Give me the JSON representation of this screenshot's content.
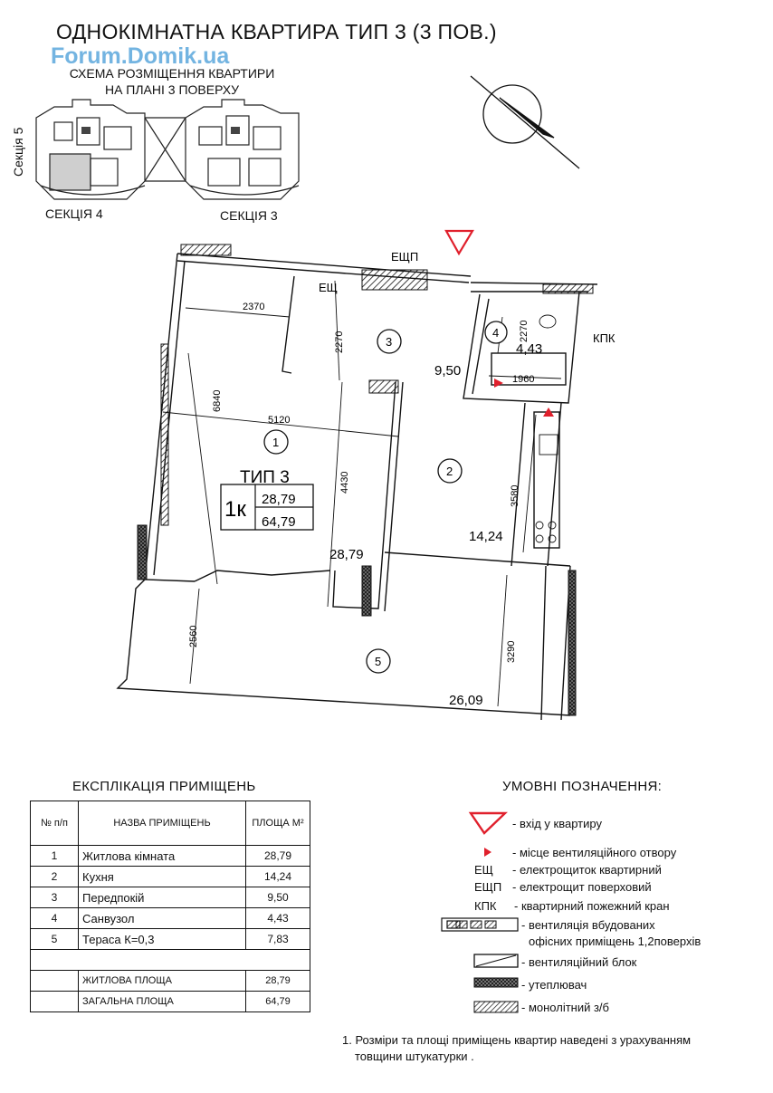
{
  "header": {
    "title": "ОДНОКІМНАТНА КВАРТИРА ТИП 3  (3 ПОВ.)",
    "watermark": "Forum.Domik.ua",
    "scheme_line1": "СХЕМА РОЗМІЩЕННЯ КВАРТИРИ",
    "scheme_line2": "НА ПЛАНІ 3 ПОВЕРХУ",
    "section5": "Секція 5",
    "section4": "СЕКЦІЯ 4",
    "section3": "СЕКЦІЯ 3"
  },
  "plan": {
    "esch_p": "ЕЩП",
    "esch": "ЕЩ",
    "kpk": "КПК",
    "type_label": "ТИП 3",
    "rooms_label": "1к",
    "living_area": "28,79",
    "total_area": "64,79",
    "rooms": [
      {
        "num": "1",
        "area": "28,79"
      },
      {
        "num": "2",
        "area": "14,24"
      },
      {
        "num": "3",
        "area": "9,50"
      },
      {
        "num": "4",
        "area": "4,43"
      },
      {
        "num": "5",
        "area": "26,09"
      }
    ],
    "dims": {
      "d2370": "2370",
      "d2270a": "2270",
      "d2270b": "2270",
      "d1960": "1960",
      "d6840": "6840",
      "d5120": "5120",
      "d4430": "4430",
      "d3580": "3580",
      "d2560": "2560",
      "d3290": "3290"
    }
  },
  "explication": {
    "title": "ЕКСПЛІКАЦІЯ ПРИМІЩЕНЬ",
    "col_num": "№ п/п",
    "col_name": "НАЗВА ПРИМІЩЕНЬ",
    "col_area": "ПЛОЩА М²",
    "rows": [
      {
        "num": "1",
        "name": "Житлова кімната",
        "area": "28,79"
      },
      {
        "num": "2",
        "name": "Кухня",
        "area": "14,24"
      },
      {
        "num": "3",
        "name": "Передпокій",
        "area": "9,50"
      },
      {
        "num": "4",
        "name": "Санвузол",
        "area": "4,43"
      },
      {
        "num": "5",
        "name": "Тераса  К=0,3",
        "area": "7,83"
      }
    ],
    "living_label": "ЖИТЛОВА ПЛОЩА",
    "living_value": "28,79",
    "total_label": "ЗАГАЛЬНА ПЛОЩА",
    "total_value": "64,79"
  },
  "legend": {
    "title": "УМОВНІ ПОЗНАЧЕННЯ:",
    "entrance": "- вхід у квартиру",
    "vent_hole": "- місце вентиляційного отвору",
    "esch_code": "ЕЩ",
    "esch_text": "- електрощиток квартирний",
    "eschp_code": "ЕЩП",
    "eschp_text": "- електрощит поверховий",
    "kpk_code": "КПК",
    "kpk_text": "- квартирний пожежний кран",
    "vent_office_1": "- вентиляція  вбудованих",
    "vent_office_2": "офісних приміщень 1,2поверхів",
    "vent_block": "- вентиляційний блок",
    "insulation": "- утеплювач",
    "monolith": "- монолітний з/б"
  },
  "note": {
    "line1": "1. Розміри та площі приміщень   квартир  наведені з урахуванням",
    "line2": "товщини штукатурки ."
  },
  "colors": {
    "entrance_red": "#e0202c",
    "watermark_blue": "#5ba7dc"
  }
}
